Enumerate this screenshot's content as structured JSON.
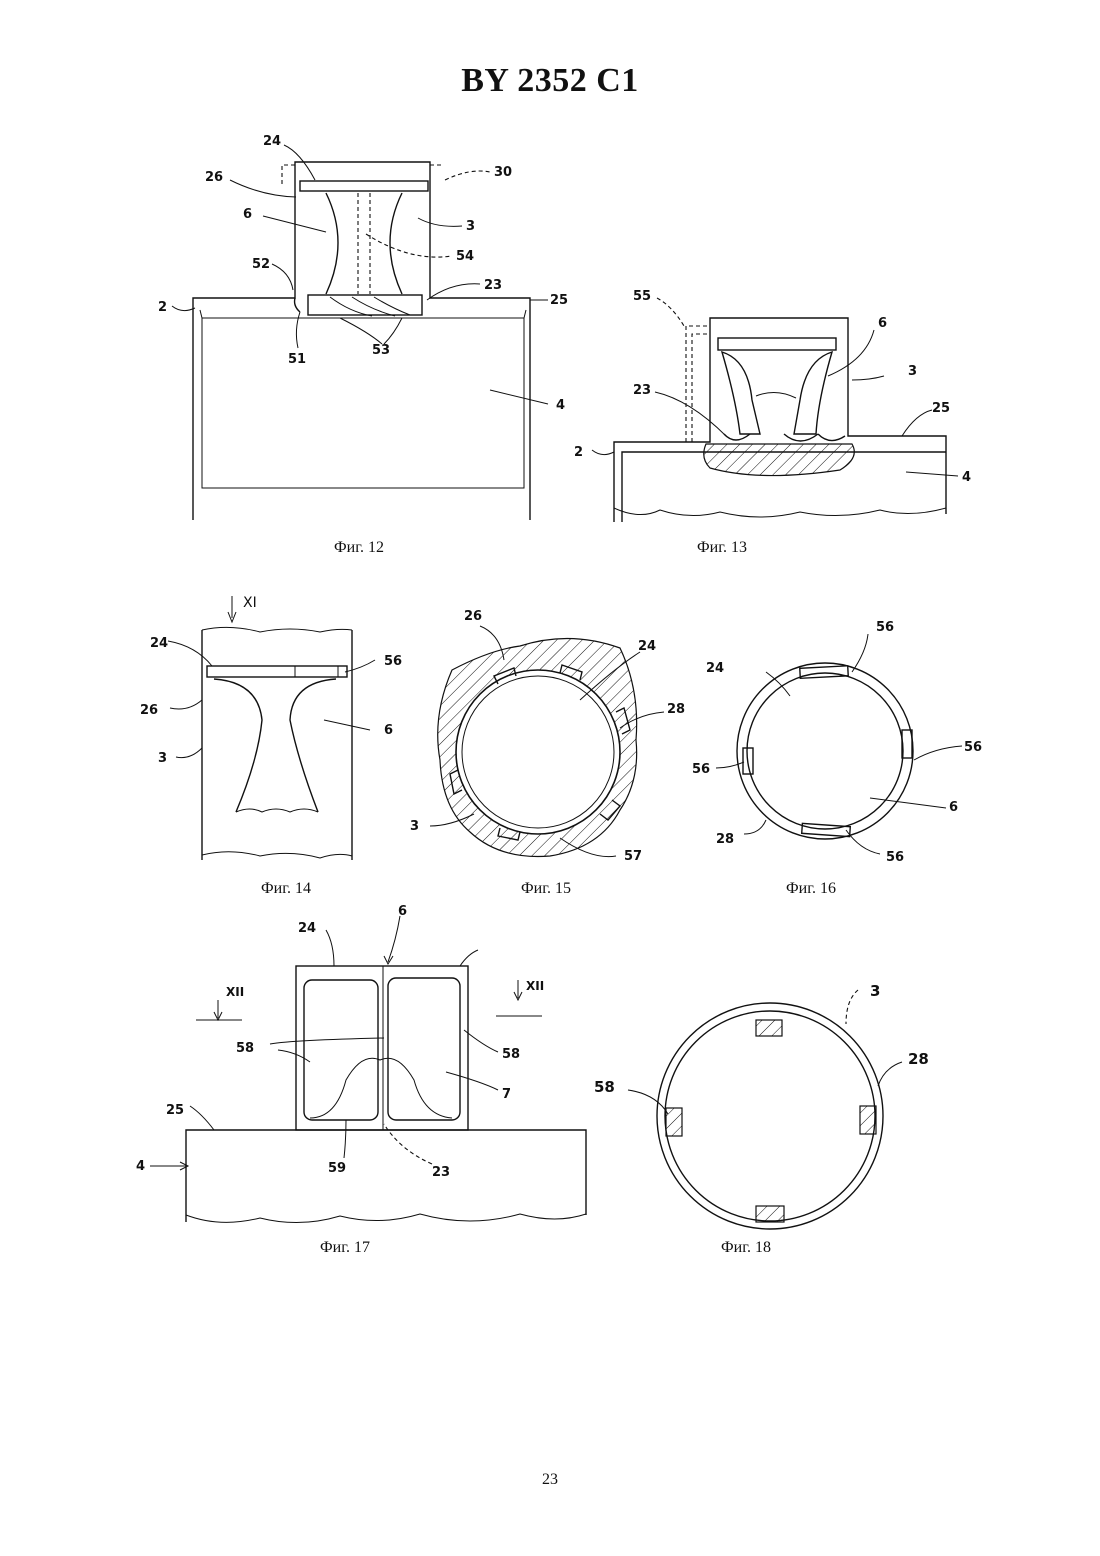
{
  "header": {
    "title": "BY 2352 C1"
  },
  "figures": [
    {
      "caption": "Фиг. 12",
      "labels": [
        "24",
        "26",
        "30",
        "6",
        "3",
        "54",
        "52",
        "23",
        "2",
        "25",
        "51",
        "53",
        "4"
      ]
    },
    {
      "caption": "Фиг. 13",
      "labels": [
        "55",
        "6",
        "3",
        "23",
        "25",
        "2",
        "4"
      ]
    },
    {
      "caption": "Фиг. 14",
      "labels": [
        "XI",
        "24",
        "56",
        "26",
        "6",
        "3"
      ]
    },
    {
      "caption": "Фиг. 15",
      "labels": [
        "26",
        "24",
        "28",
        "3",
        "57"
      ]
    },
    {
      "caption": "Фиг. 16",
      "labels": [
        "56",
        "24",
        "56",
        "56",
        "6",
        "28",
        "56"
      ]
    },
    {
      "caption": "Фиг. 17",
      "labels": [
        "6",
        "24",
        "XII",
        "XII",
        "58",
        "58",
        "7",
        "25",
        "4",
        "59",
        "23"
      ]
    },
    {
      "caption": "Фиг. 18",
      "labels": [
        "3",
        "28",
        "58"
      ]
    }
  ],
  "footer": {
    "page_number": "23"
  }
}
